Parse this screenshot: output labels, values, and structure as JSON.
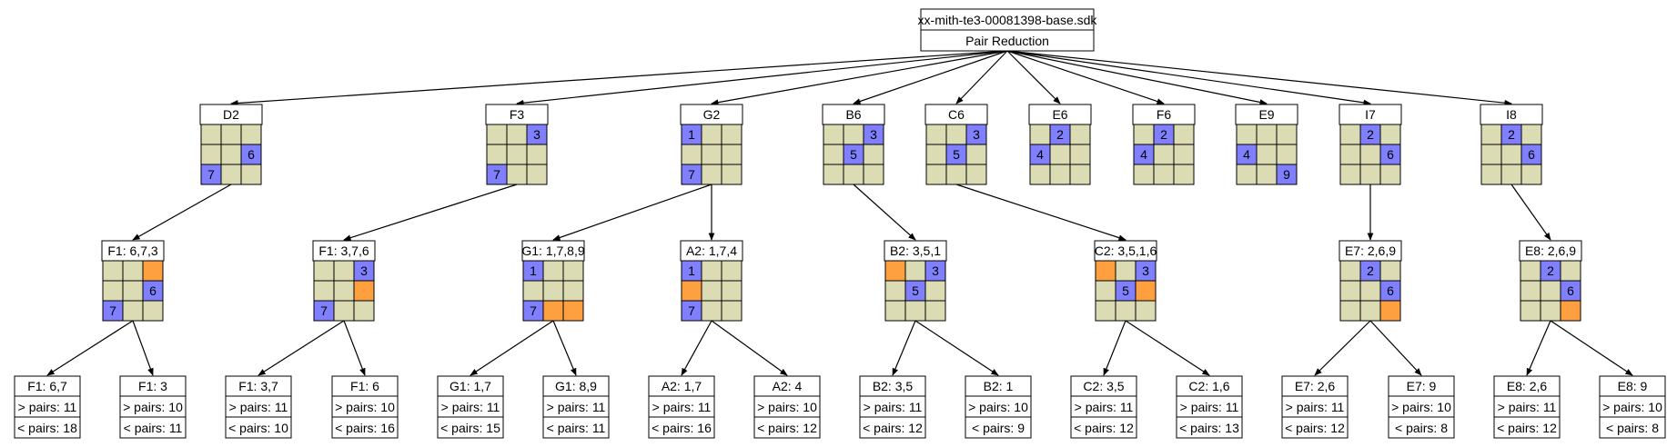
{
  "colors": {
    "empty_cell": "#dcdcb4",
    "clue_cell": "#8080ff",
    "highlight_cell": "#ffa040",
    "edge": "#000000",
    "box_fill": "#ffffff"
  },
  "root": {
    "title": "xx-mith-te3-00081398-base.sdk",
    "subtitle": "Pair Reduction"
  },
  "grids": [
    {
      "id": "D2",
      "label": "D2",
      "cells": [
        [
          "e",
          "e",
          "e"
        ],
        [
          "e",
          "e",
          "c6"
        ],
        [
          "c7",
          "e",
          "e"
        ]
      ]
    },
    {
      "id": "F3",
      "label": "F3",
      "cells": [
        [
          "e",
          "e",
          "c3"
        ],
        [
          "e",
          "e",
          "e"
        ],
        [
          "c7",
          "e",
          "e"
        ]
      ]
    },
    {
      "id": "G2",
      "label": "G2",
      "cells": [
        [
          "c1",
          "e",
          "e"
        ],
        [
          "e",
          "e",
          "e"
        ],
        [
          "c7",
          "e",
          "e"
        ]
      ]
    },
    {
      "id": "B6",
      "label": "B6",
      "cells": [
        [
          "e",
          "e",
          "c3"
        ],
        [
          "e",
          "c5",
          "e"
        ],
        [
          "e",
          "e",
          "e"
        ]
      ]
    },
    {
      "id": "C6",
      "label": "C6",
      "cells": [
        [
          "e",
          "e",
          "c3"
        ],
        [
          "e",
          "c5",
          "e"
        ],
        [
          "e",
          "e",
          "e"
        ]
      ]
    },
    {
      "id": "E6",
      "label": "E6",
      "cells": [
        [
          "e",
          "c2",
          "e"
        ],
        [
          "c4",
          "e",
          "e"
        ],
        [
          "e",
          "e",
          "e"
        ]
      ]
    },
    {
      "id": "F6",
      "label": "F6",
      "cells": [
        [
          "e",
          "c2",
          "e"
        ],
        [
          "c4",
          "e",
          "e"
        ],
        [
          "e",
          "e",
          "e"
        ]
      ]
    },
    {
      "id": "E9",
      "label": "E9",
      "cells": [
        [
          "e",
          "e",
          "e"
        ],
        [
          "c4",
          "e",
          "e"
        ],
        [
          "e",
          "e",
          "c9"
        ]
      ]
    },
    {
      "id": "I7",
      "label": "I7",
      "cells": [
        [
          "e",
          "c2",
          "e"
        ],
        [
          "e",
          "e",
          "c6"
        ],
        [
          "e",
          "e",
          "e"
        ]
      ]
    },
    {
      "id": "I8",
      "label": "I8",
      "cells": [
        [
          "e",
          "c2",
          "e"
        ],
        [
          "e",
          "e",
          "c6"
        ],
        [
          "e",
          "e",
          "e"
        ]
      ]
    },
    {
      "id": "F1a",
      "label": "F1: 6,7,3",
      "cells": [
        [
          "e",
          "e",
          "h"
        ],
        [
          "e",
          "e",
          "c6"
        ],
        [
          "c7",
          "e",
          "e"
        ]
      ]
    },
    {
      "id": "F1b",
      "label": "F1: 3,7,6",
      "cells": [
        [
          "e",
          "e",
          "c3"
        ],
        [
          "e",
          "e",
          "h"
        ],
        [
          "c7",
          "e",
          "e"
        ]
      ]
    },
    {
      "id": "G1",
      "label": "G1: 1,7,8,9",
      "cells": [
        [
          "c1",
          "e",
          "e"
        ],
        [
          "e",
          "e",
          "e"
        ],
        [
          "c7",
          "h",
          "h"
        ]
      ]
    },
    {
      "id": "A2",
      "label": "A2: 1,7,4",
      "cells": [
        [
          "c1",
          "e",
          "e"
        ],
        [
          "h",
          "e",
          "e"
        ],
        [
          "c7",
          "e",
          "e"
        ]
      ]
    },
    {
      "id": "B2",
      "label": "B2: 3,5,1",
      "cells": [
        [
          "h",
          "e",
          "c3"
        ],
        [
          "e",
          "c5",
          "e"
        ],
        [
          "e",
          "e",
          "e"
        ]
      ]
    },
    {
      "id": "C2",
      "label": "C2: 3,5,1,6",
      "cells": [
        [
          "h",
          "e",
          "c3"
        ],
        [
          "e",
          "c5",
          "h"
        ],
        [
          "e",
          "e",
          "e"
        ]
      ]
    },
    {
      "id": "E7",
      "label": "E7: 2,6,9",
      "cells": [
        [
          "e",
          "c2",
          "e"
        ],
        [
          "e",
          "e",
          "c6"
        ],
        [
          "e",
          "e",
          "h"
        ]
      ]
    },
    {
      "id": "E8",
      "label": "E8: 2,6,9",
      "cells": [
        [
          "e",
          "c2",
          "e"
        ],
        [
          "e",
          "e",
          "c6"
        ],
        [
          "e",
          "e",
          "h"
        ]
      ]
    }
  ],
  "leaves": [
    {
      "id": "L1",
      "label": "F1: 6,7",
      "more": "> pairs: 11",
      "less": "< pairs: 18"
    },
    {
      "id": "L2",
      "label": "F1: 3",
      "more": "> pairs: 10",
      "less": "< pairs: 11"
    },
    {
      "id": "L3",
      "label": "F1: 3,7",
      "more": "> pairs: 11",
      "less": "< pairs: 10"
    },
    {
      "id": "L4",
      "label": "F1: 6",
      "more": "> pairs: 10",
      "less": "< pairs: 16"
    },
    {
      "id": "L5",
      "label": "G1: 1,7",
      "more": "> pairs: 11",
      "less": "< pairs: 15"
    },
    {
      "id": "L6",
      "label": "G1: 8,9",
      "more": "> pairs: 11",
      "less": "< pairs: 11"
    },
    {
      "id": "L7",
      "label": "A2: 1,7",
      "more": "> pairs: 11",
      "less": "< pairs: 16"
    },
    {
      "id": "L8",
      "label": "A2: 4",
      "more": "> pairs: 10",
      "less": "< pairs: 12"
    },
    {
      "id": "L9",
      "label": "B2: 3,5",
      "more": "> pairs: 11",
      "less": "< pairs: 12"
    },
    {
      "id": "L10",
      "label": "B2: 1",
      "more": "> pairs: 10",
      "less": "< pairs: 9"
    },
    {
      "id": "L11",
      "label": "C2: 3,5",
      "more": "> pairs: 11",
      "less": "< pairs: 12"
    },
    {
      "id": "L12",
      "label": "C2: 1,6",
      "more": "> pairs: 11",
      "less": "< pairs: 13"
    },
    {
      "id": "L13",
      "label": "E7: 2,6",
      "more": "> pairs: 11",
      "less": "< pairs: 12"
    },
    {
      "id": "L14",
      "label": "E7: 9",
      "more": "> pairs: 10",
      "less": "< pairs: 8"
    },
    {
      "id": "L15",
      "label": "E8: 2,6",
      "more": "> pairs: 11",
      "less": "< pairs: 12"
    },
    {
      "id": "L16",
      "label": "E8: 9",
      "more": "> pairs: 10",
      "less": "< pairs: 8"
    }
  ],
  "edges": [
    [
      "root",
      "D2"
    ],
    [
      "root",
      "F3"
    ],
    [
      "root",
      "G2"
    ],
    [
      "root",
      "B6"
    ],
    [
      "root",
      "C6"
    ],
    [
      "root",
      "E6"
    ],
    [
      "root",
      "F6"
    ],
    [
      "root",
      "E9"
    ],
    [
      "root",
      "I7"
    ],
    [
      "root",
      "I8"
    ],
    [
      "D2",
      "F1a"
    ],
    [
      "F3",
      "F1b"
    ],
    [
      "G2",
      "G1"
    ],
    [
      "G2",
      "A2"
    ],
    [
      "B6",
      "B2"
    ],
    [
      "C6",
      "C2"
    ],
    [
      "I7",
      "E7"
    ],
    [
      "I8",
      "E8"
    ],
    [
      "F1a",
      "L1"
    ],
    [
      "F1a",
      "L2"
    ],
    [
      "F1b",
      "L3"
    ],
    [
      "F1b",
      "L4"
    ],
    [
      "G1",
      "L5"
    ],
    [
      "G1",
      "L6"
    ],
    [
      "A2",
      "L7"
    ],
    [
      "A2",
      "L8"
    ],
    [
      "B2",
      "L9"
    ],
    [
      "B2",
      "L10"
    ],
    [
      "C2",
      "L11"
    ],
    [
      "C2",
      "L12"
    ],
    [
      "E7",
      "L13"
    ],
    [
      "E7",
      "L14"
    ],
    [
      "E8",
      "L15"
    ],
    [
      "E8",
      "L16"
    ]
  ]
}
